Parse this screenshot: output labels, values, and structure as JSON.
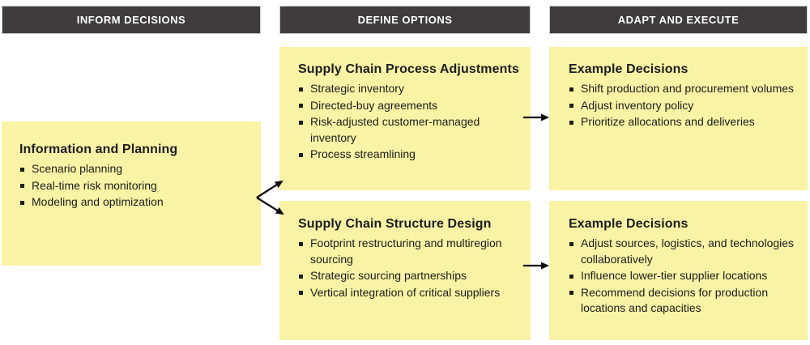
{
  "headers": [
    {
      "label": "INFORM DECISIONS"
    },
    {
      "label": "DEFINE OPTIONS"
    },
    {
      "label": "ADAPT AND EXECUTE"
    }
  ],
  "boxes": {
    "info_planning": {
      "title": "Information and Planning",
      "bullets": [
        "Scenario planning",
        "Real-time risk monitoring",
        "Modeling and optimization"
      ]
    },
    "process_adjustments": {
      "title": "Supply Chain Process Adjustments",
      "bullets": [
        "Strategic inventory",
        "Directed-buy agreements",
        "Risk-adjusted customer-managed inventory",
        "Process streamlining"
      ]
    },
    "structure_design": {
      "title": "Supply Chain Structure Design",
      "bullets": [
        "Footprint restructuring and multiregion sourcing",
        "Strategic sourcing partnerships",
        "Vertical integration of critical suppliers"
      ]
    },
    "example_decisions_top": {
      "title": "Example Decisions",
      "bullets": [
        "Shift production and procurement volumes",
        "Adjust inventory policy",
        "Prioritize allocations and deliveries"
      ]
    },
    "example_decisions_bottom": {
      "title": "Example Decisions",
      "bullets": [
        "Adjust sources, logistics, and technologies collaboratively",
        "Influence lower-tier supplier locations",
        "Recommend decisions for production locations and capacities"
      ]
    }
  },
  "colors": {
    "header_bg": "#3e3c3d",
    "header_text": "#ffffff",
    "box_bg": "#f9f3a5",
    "body_text": "#1d1d1b",
    "arrow": "#0d0d0d"
  }
}
